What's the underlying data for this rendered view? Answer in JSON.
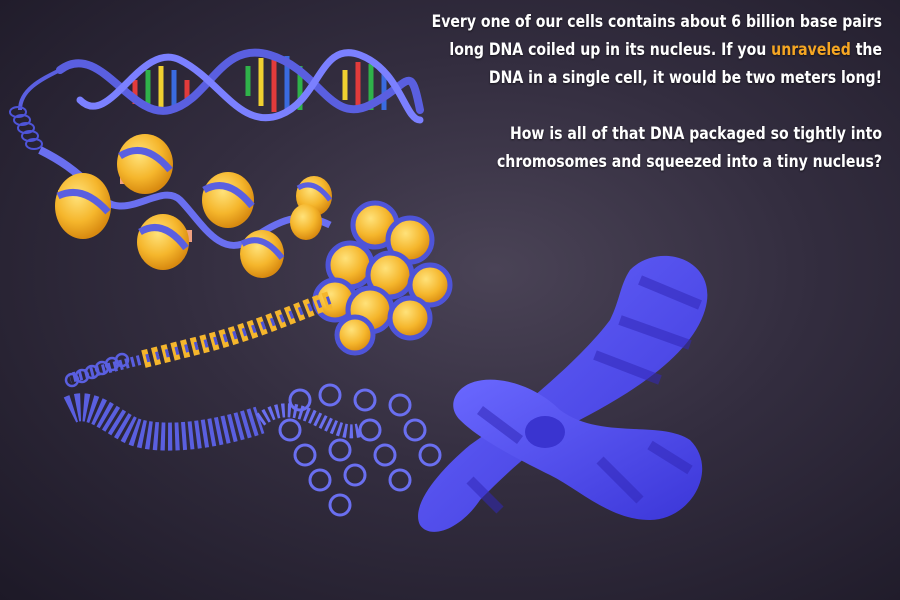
{
  "text": {
    "p1_before": "Every one of our cells contains about 6 billion base pairs long DNA coiled up in its nucleus. If you ",
    "p1_highlight": "unraveled",
    "p1_after": " the DNA in a single cell, it would be two meters long!",
    "p2": "How is all of that DNA packaged so tightly into chromosomes and squeezed into a tiny nucleus?"
  },
  "colors": {
    "background": "#332d3f",
    "text": "#ffffff",
    "highlight": "#f5a623",
    "dna_strand": "#5a5fe0",
    "histone": "#f5b82e",
    "chromosome": "#4c4af0"
  }
}
